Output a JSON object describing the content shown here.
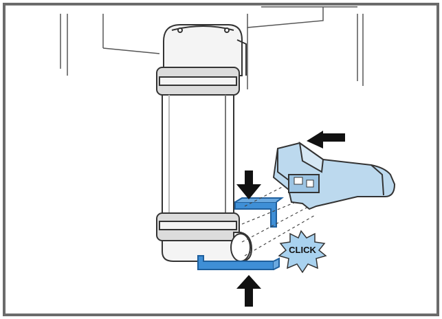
{
  "figure": {
    "callout": {
      "text": "CLICK",
      "icon": "starburst-icon"
    },
    "arrows": [
      {
        "name": "arrow-left",
        "direction": "left"
      },
      {
        "name": "arrow-down",
        "direction": "down"
      },
      {
        "name": "arrow-up",
        "direction": "up"
      }
    ],
    "colors": {
      "frame": "#6b6b6b",
      "line": "#333333",
      "part_fill": "#ffffff",
      "clip_blue": "#3f8fd6",
      "clip_blue_dark": "#1f5f9c",
      "adapter_blue": "#bcd9ee",
      "starburst": "#a9d2ef",
      "arrow": "#111111"
    }
  }
}
